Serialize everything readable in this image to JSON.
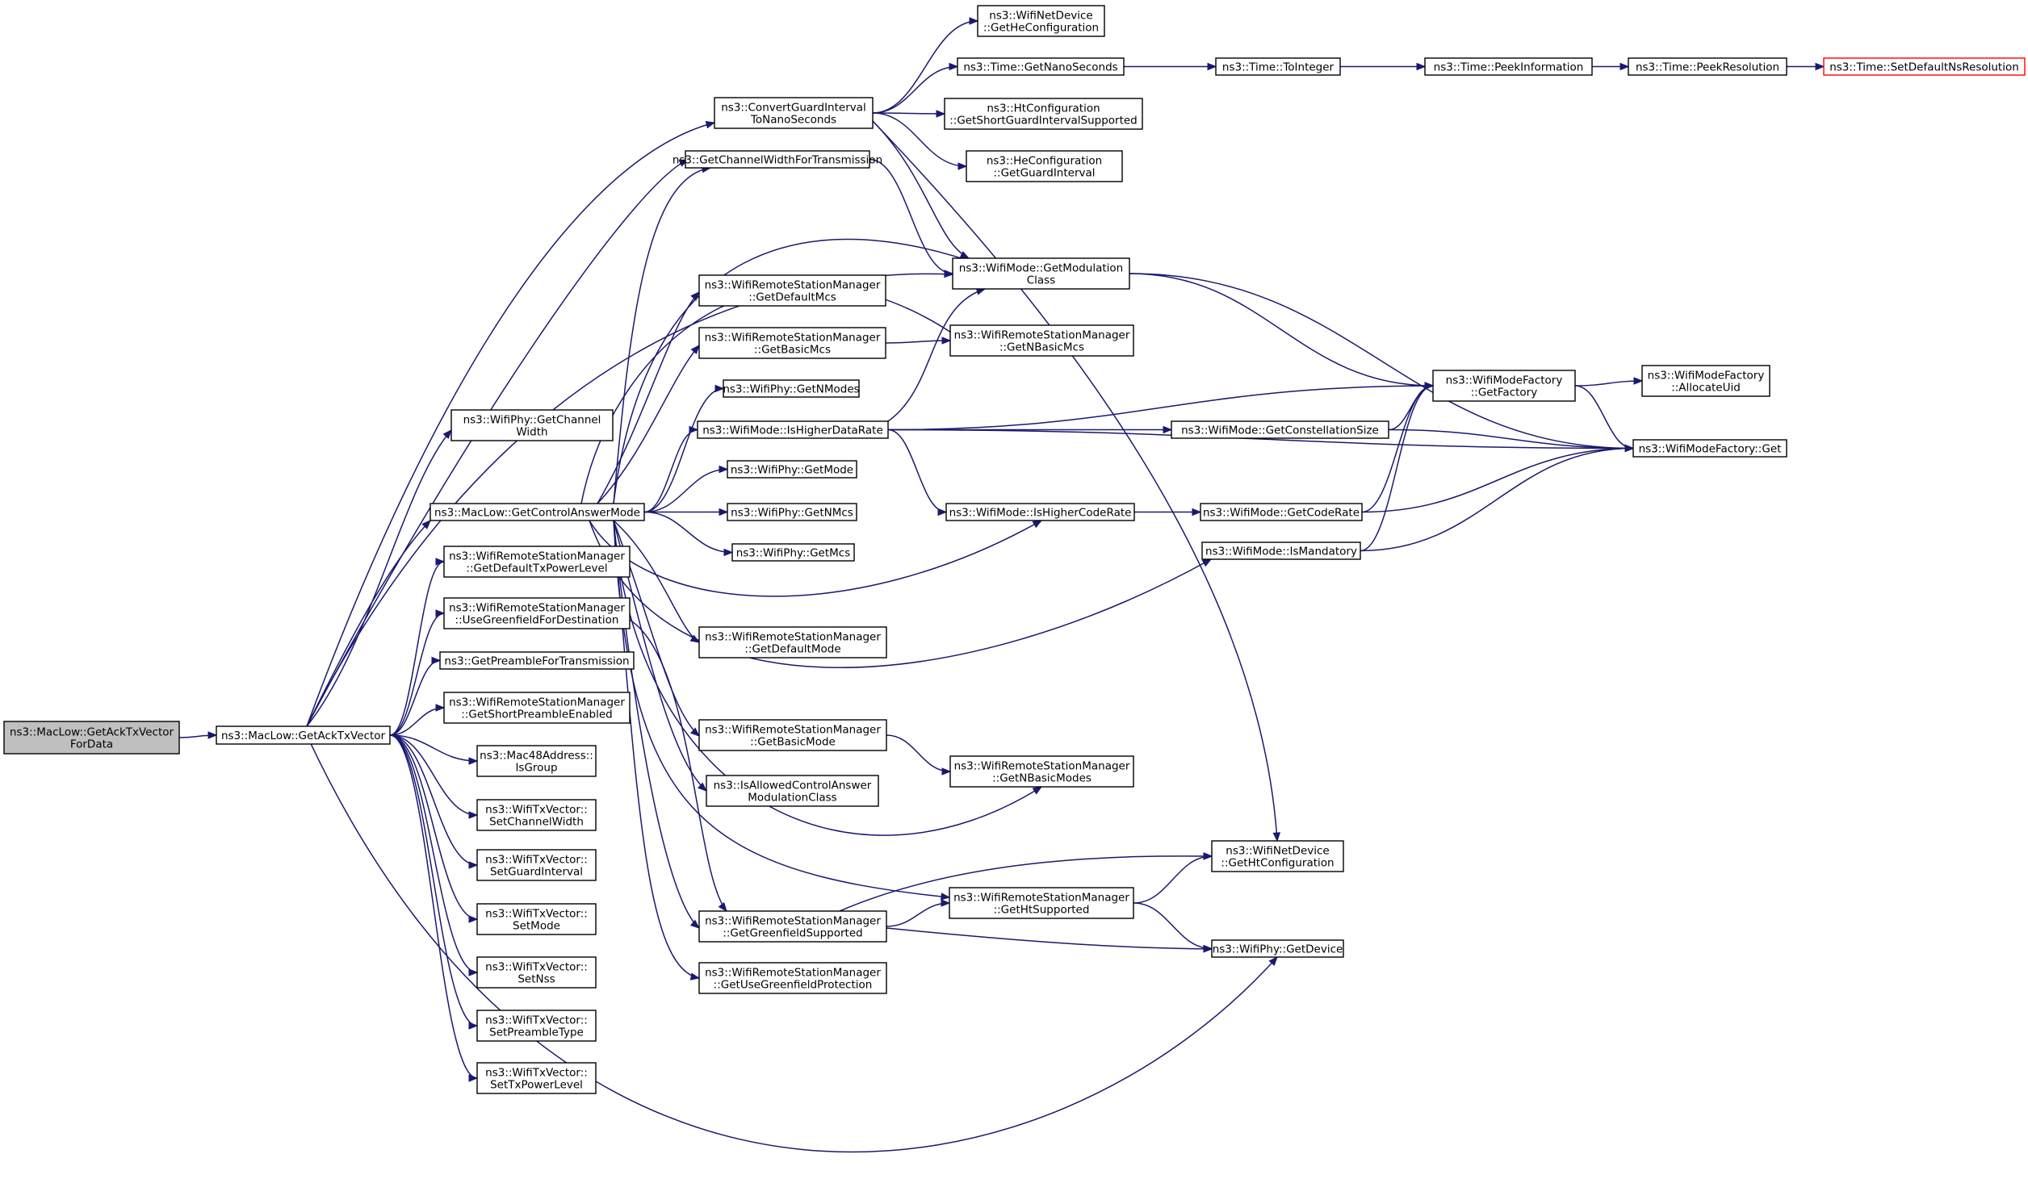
{
  "graph": {
    "edge_color": "#191970",
    "root_fill": "#bfbfbf",
    "external_border": "#ff0000",
    "nodes": [
      {
        "id": "n0",
        "lines": [
          "ns3::MacLow::GetAckTxVector",
          "ForData"
        ],
        "kind": "root"
      },
      {
        "id": "n1",
        "lines": [
          "ns3::MacLow::GetAckTxVector"
        ]
      },
      {
        "id": "n2",
        "lines": [
          "ns3::ConvertGuardInterval",
          "ToNanoSeconds"
        ]
      },
      {
        "id": "n3",
        "lines": [
          "ns3::WifiNetDevice",
          "::GetHeConfiguration"
        ]
      },
      {
        "id": "n4",
        "lines": [
          "ns3::Time::GetNanoSeconds"
        ]
      },
      {
        "id": "n5",
        "lines": [
          "ns3::Time::ToInteger"
        ]
      },
      {
        "id": "n6",
        "lines": [
          "ns3::Time::PeekInformation"
        ]
      },
      {
        "id": "n7",
        "lines": [
          "ns3::Time::PeekResolution"
        ]
      },
      {
        "id": "n8",
        "lines": [
          "ns3::Time::SetDefaultNsResolution"
        ],
        "kind": "external"
      },
      {
        "id": "n9",
        "lines": [
          "ns3::HtConfiguration",
          "::GetShortGuardIntervalSupported"
        ]
      },
      {
        "id": "n10",
        "lines": [
          "ns3::HeConfiguration",
          "::GetGuardInterval"
        ]
      },
      {
        "id": "n11",
        "lines": [
          "ns3::GetChannelWidthForTransmission"
        ]
      },
      {
        "id": "n12",
        "lines": [
          "ns3::WifiMode::GetModulation",
          "Class"
        ]
      },
      {
        "id": "n13",
        "lines": [
          "ns3::WifiRemoteStationManager",
          "::GetDefaultMcs"
        ]
      },
      {
        "id": "n14",
        "lines": [
          "ns3::WifiRemoteStationManager",
          "::GetBasicMcs"
        ]
      },
      {
        "id": "n15",
        "lines": [
          "ns3::WifiRemoteStationManager",
          "::GetNBasicMcs"
        ]
      },
      {
        "id": "n16",
        "lines": [
          "ns3::WifiPhy::GetNModes"
        ]
      },
      {
        "id": "n17",
        "lines": [
          "ns3::WifiModeFactory",
          "::GetFactory"
        ]
      },
      {
        "id": "n18",
        "lines": [
          "ns3::WifiModeFactory",
          "::AllocateUid"
        ]
      },
      {
        "id": "n19",
        "lines": [
          "ns3::WifiPhy::GetChannel",
          "Width"
        ]
      },
      {
        "id": "n20",
        "lines": [
          "ns3::WifiMode::IsHigherDataRate"
        ]
      },
      {
        "id": "n21",
        "lines": [
          "ns3::WifiMode::GetConstellationSize"
        ]
      },
      {
        "id": "n22",
        "lines": [
          "ns3::WifiModeFactory::Get"
        ]
      },
      {
        "id": "n23",
        "lines": [
          "ns3::WifiPhy::GetMode"
        ]
      },
      {
        "id": "n24",
        "lines": [
          "ns3::MacLow::GetControlAnswerMode"
        ]
      },
      {
        "id": "n25",
        "lines": [
          "ns3::WifiPhy::GetNMcs"
        ]
      },
      {
        "id": "n26",
        "lines": [
          "ns3::WifiMode::IsHigherCodeRate"
        ]
      },
      {
        "id": "n27",
        "lines": [
          "ns3::WifiMode::GetCodeRate"
        ]
      },
      {
        "id": "n28",
        "lines": [
          "ns3::WifiPhy::GetMcs"
        ]
      },
      {
        "id": "n29",
        "lines": [
          "ns3::WifiMode::IsMandatory"
        ]
      },
      {
        "id": "n30",
        "lines": [
          "ns3::WifiRemoteStationManager",
          "::GetDefaultTxPowerLevel"
        ]
      },
      {
        "id": "n31",
        "lines": [
          "ns3::WifiRemoteStationManager",
          "::UseGreenfieldForDestination"
        ]
      },
      {
        "id": "n32",
        "lines": [
          "ns3::WifiRemoteStationManager",
          "::GetDefaultMode"
        ]
      },
      {
        "id": "n33",
        "lines": [
          "ns3::GetPreambleForTransmission"
        ]
      },
      {
        "id": "n34",
        "lines": [
          "ns3::WifiRemoteStationManager",
          "::GetShortPreambleEnabled"
        ]
      },
      {
        "id": "n35",
        "lines": [
          "ns3::WifiRemoteStationManager",
          "::GetBasicMode"
        ]
      },
      {
        "id": "n36",
        "lines": [
          "ns3::WifiRemoteStationManager",
          "::GetNBasicModes"
        ]
      },
      {
        "id": "n37",
        "lines": [
          "ns3::Mac48Address::",
          "IsGroup"
        ]
      },
      {
        "id": "n38",
        "lines": [
          "ns3::IsAllowedControlAnswer",
          "ModulationClass"
        ]
      },
      {
        "id": "n39",
        "lines": [
          "ns3::WifiTxVector::",
          "SetChannelWidth"
        ]
      },
      {
        "id": "n40",
        "lines": [
          "ns3::WifiNetDevice",
          "::GetHtConfiguration"
        ]
      },
      {
        "id": "n41",
        "lines": [
          "ns3::WifiTxVector::",
          "SetGuardInterval"
        ]
      },
      {
        "id": "n42",
        "lines": [
          "ns3::WifiRemoteStationManager",
          "::GetHtSupported"
        ]
      },
      {
        "id": "n43",
        "lines": [
          "ns3::WifiTxVector::",
          "SetMode"
        ]
      },
      {
        "id": "n44",
        "lines": [
          "ns3::WifiRemoteStationManager",
          "::GetGreenfieldSupported"
        ]
      },
      {
        "id": "n45",
        "lines": [
          "ns3::WifiPhy::GetDevice"
        ]
      },
      {
        "id": "n46",
        "lines": [
          "ns3::WifiTxVector::",
          "SetNss"
        ]
      },
      {
        "id": "n47",
        "lines": [
          "ns3::WifiRemoteStationManager",
          "::GetUseGreenfieldProtection"
        ]
      },
      {
        "id": "n48",
        "lines": [
          "ns3::WifiTxVector::",
          "SetPreambleType"
        ]
      },
      {
        "id": "n49",
        "lines": [
          "ns3::WifiTxVector::",
          "SetTxPowerLevel"
        ]
      }
    ],
    "edges": [
      [
        "n0",
        "n1"
      ],
      [
        "n1",
        "n2"
      ],
      [
        "n1",
        "n11"
      ],
      [
        "n1",
        "n19"
      ],
      [
        "n1",
        "n24"
      ],
      [
        "n1",
        "n30"
      ],
      [
        "n1",
        "n31"
      ],
      [
        "n1",
        "n33"
      ],
      [
        "n1",
        "n34"
      ],
      [
        "n1",
        "n37"
      ],
      [
        "n1",
        "n39"
      ],
      [
        "n1",
        "n41"
      ],
      [
        "n1",
        "n43"
      ],
      [
        "n1",
        "n46"
      ],
      [
        "n1",
        "n48"
      ],
      [
        "n1",
        "n49"
      ],
      [
        "n1",
        "n45"
      ],
      [
        "n1",
        "n12"
      ],
      [
        "n2",
        "n3"
      ],
      [
        "n2",
        "n4"
      ],
      [
        "n2",
        "n9"
      ],
      [
        "n2",
        "n10"
      ],
      [
        "n2",
        "n40"
      ],
      [
        "n2",
        "n12"
      ],
      [
        "n4",
        "n5"
      ],
      [
        "n5",
        "n6"
      ],
      [
        "n6",
        "n7"
      ],
      [
        "n7",
        "n8"
      ],
      [
        "n11",
        "n12"
      ],
      [
        "n12",
        "n17"
      ],
      [
        "n12",
        "n22"
      ],
      [
        "n14",
        "n15"
      ],
      [
        "n17",
        "n18"
      ],
      [
        "n17",
        "n22"
      ],
      [
        "n20",
        "n12"
      ],
      [
        "n20",
        "n17"
      ],
      [
        "n20",
        "n21"
      ],
      [
        "n20",
        "n22"
      ],
      [
        "n20",
        "n26"
      ],
      [
        "n21",
        "n17"
      ],
      [
        "n21",
        "n22"
      ],
      [
        "n26",
        "n27"
      ],
      [
        "n27",
        "n17"
      ],
      [
        "n27",
        "n22"
      ],
      [
        "n29",
        "n17"
      ],
      [
        "n29",
        "n22"
      ],
      [
        "n24",
        "n16"
      ],
      [
        "n24",
        "n23"
      ],
      [
        "n24",
        "n25"
      ],
      [
        "n24",
        "n28"
      ],
      [
        "n24",
        "n20"
      ],
      [
        "n24",
        "n13"
      ],
      [
        "n24",
        "n14"
      ],
      [
        "n24",
        "n15"
      ],
      [
        "n24",
        "n26"
      ],
      [
        "n24",
        "n29"
      ],
      [
        "n24",
        "n32"
      ],
      [
        "n24",
        "n35"
      ],
      [
        "n24",
        "n36"
      ],
      [
        "n24",
        "n38"
      ],
      [
        "n24",
        "n42"
      ],
      [
        "n24",
        "n44"
      ],
      [
        "n24",
        "n47"
      ],
      [
        "n24",
        "n12"
      ],
      [
        "n24",
        "n11"
      ],
      [
        "n31",
        "n44"
      ],
      [
        "n35",
        "n36"
      ],
      [
        "n42",
        "n40"
      ],
      [
        "n42",
        "n45"
      ],
      [
        "n44",
        "n42"
      ],
      [
        "n44",
        "n40"
      ],
      [
        "n44",
        "n45"
      ]
    ]
  }
}
